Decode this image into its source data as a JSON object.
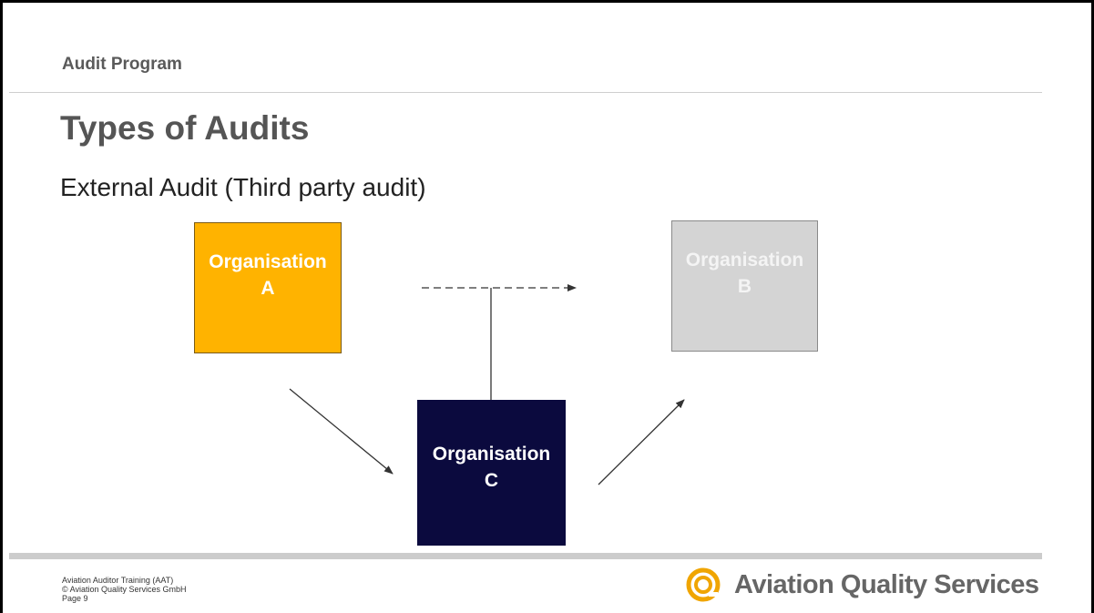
{
  "header": {
    "section_label": "Audit Program"
  },
  "slide": {
    "title": "Types of Audits",
    "subtitle": "External Audit (Third party audit)"
  },
  "diagram": {
    "org_a": {
      "line1": "Organisation",
      "line2": "A",
      "color": "#ffb300"
    },
    "org_b": {
      "line1": "Organisation",
      "line2": "B",
      "color": "#d4d4d4"
    },
    "org_c": {
      "line1": "Organisation",
      "line2": "C",
      "color": "#0b0a3e"
    }
  },
  "footer": {
    "line1": "Aviation Auditor Training (AAT)",
    "line2": "© Aviation Quality Services GmbH",
    "line3": "Page 9"
  },
  "logo": {
    "text": "Aviation Quality Services",
    "icon": "aqs-ring-logo-icon",
    "color": "#f0a500"
  }
}
